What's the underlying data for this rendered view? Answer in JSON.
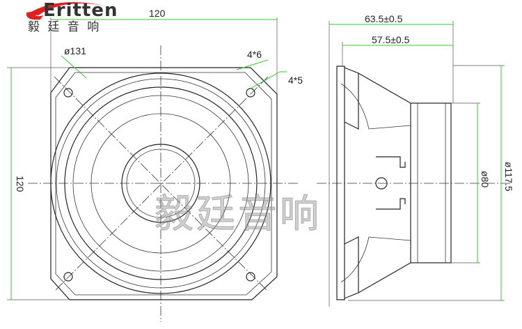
{
  "logo": {
    "brand": "Eritten",
    "chinese": "毅 廷 音 响",
    "accent": "#e02020"
  },
  "watermark": "毅廷音响",
  "front_view": {
    "width_label": "120",
    "height_label": "120",
    "diameter_label": "ø131",
    "slot_label": "4*6",
    "hole_label": "4*5"
  },
  "side_view": {
    "depth_total_label": "63.5±0.5",
    "depth_basket_label": "57.5±0.5",
    "magnet_diameter_label": "ø80",
    "outer_diameter_label": "ø117.5"
  },
  "colors": {
    "dimension": "#2ecc2e",
    "line": "#222222"
  }
}
